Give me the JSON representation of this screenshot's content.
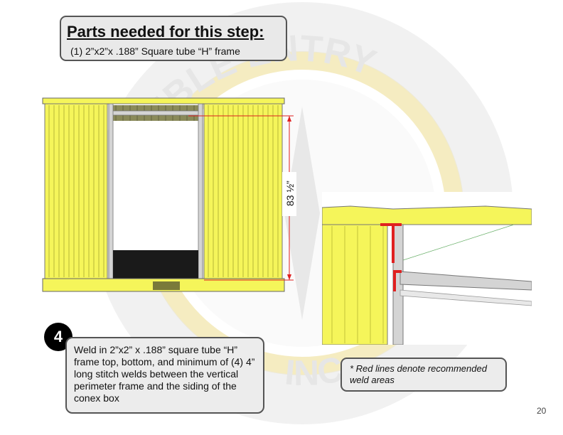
{
  "parts": {
    "title": "Parts needed for this step:",
    "item": "(1)  2”x2”x .188” Square tube “H” frame"
  },
  "dimension": {
    "label": "83 ½”"
  },
  "step": {
    "number": "4",
    "instruction": "Weld in 2”x2” x .188” square tube “H” frame top, bottom, and minimum of (4) 4” long stitch welds between the vertical perimeter frame and the siding of the conex box"
  },
  "note": {
    "text": "* Red lines denote recommended weld areas"
  },
  "watermark": {
    "text_top": "IBLE ENTRY",
    "text_bottom": "INC."
  },
  "page_number": "20",
  "colors": {
    "siding_yellow": "#f5f55a",
    "siding_line": "#b8b832",
    "weld_red": "#e02020",
    "frame_grey": "#c8c8c8",
    "watermark_gold": "#f3e9b6",
    "watermark_grey": "#e4e4e4"
  }
}
